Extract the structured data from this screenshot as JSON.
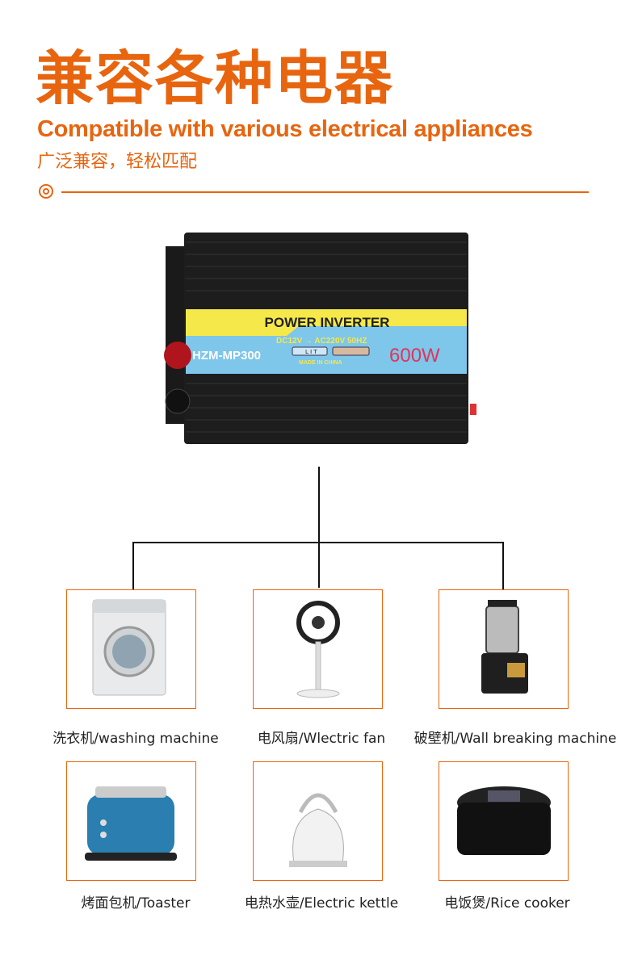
{
  "title": "兼容各种电器",
  "subtitle": "Compatible with various electrical appliances",
  "subtitle_cn": "广泛兼容，轻松匹配",
  "product": {
    "label_top": "POWER INVERTER",
    "model": "HZM-MP300",
    "spec": "DC12V → AC220V 50HZ",
    "switch": "L I T",
    "origin": "MADE IN CHINA",
    "power": "600W"
  },
  "appliances": [
    {
      "label": "洗衣机/washing machine",
      "icon": "washing-machine"
    },
    {
      "label": "电风扇/Wlectric fan",
      "icon": "fan"
    },
    {
      "label": "破壁机/Wall breaking machine",
      "icon": "blender"
    },
    {
      "label": "烤面包机/Toaster",
      "icon": "toaster"
    },
    {
      "label": "电热水壶/Electric kettle",
      "icon": "kettle"
    },
    {
      "label": "电饭煲/Rice cooker",
      "icon": "rice-cooker"
    }
  ],
  "colors": {
    "accent": "#e8650f"
  }
}
